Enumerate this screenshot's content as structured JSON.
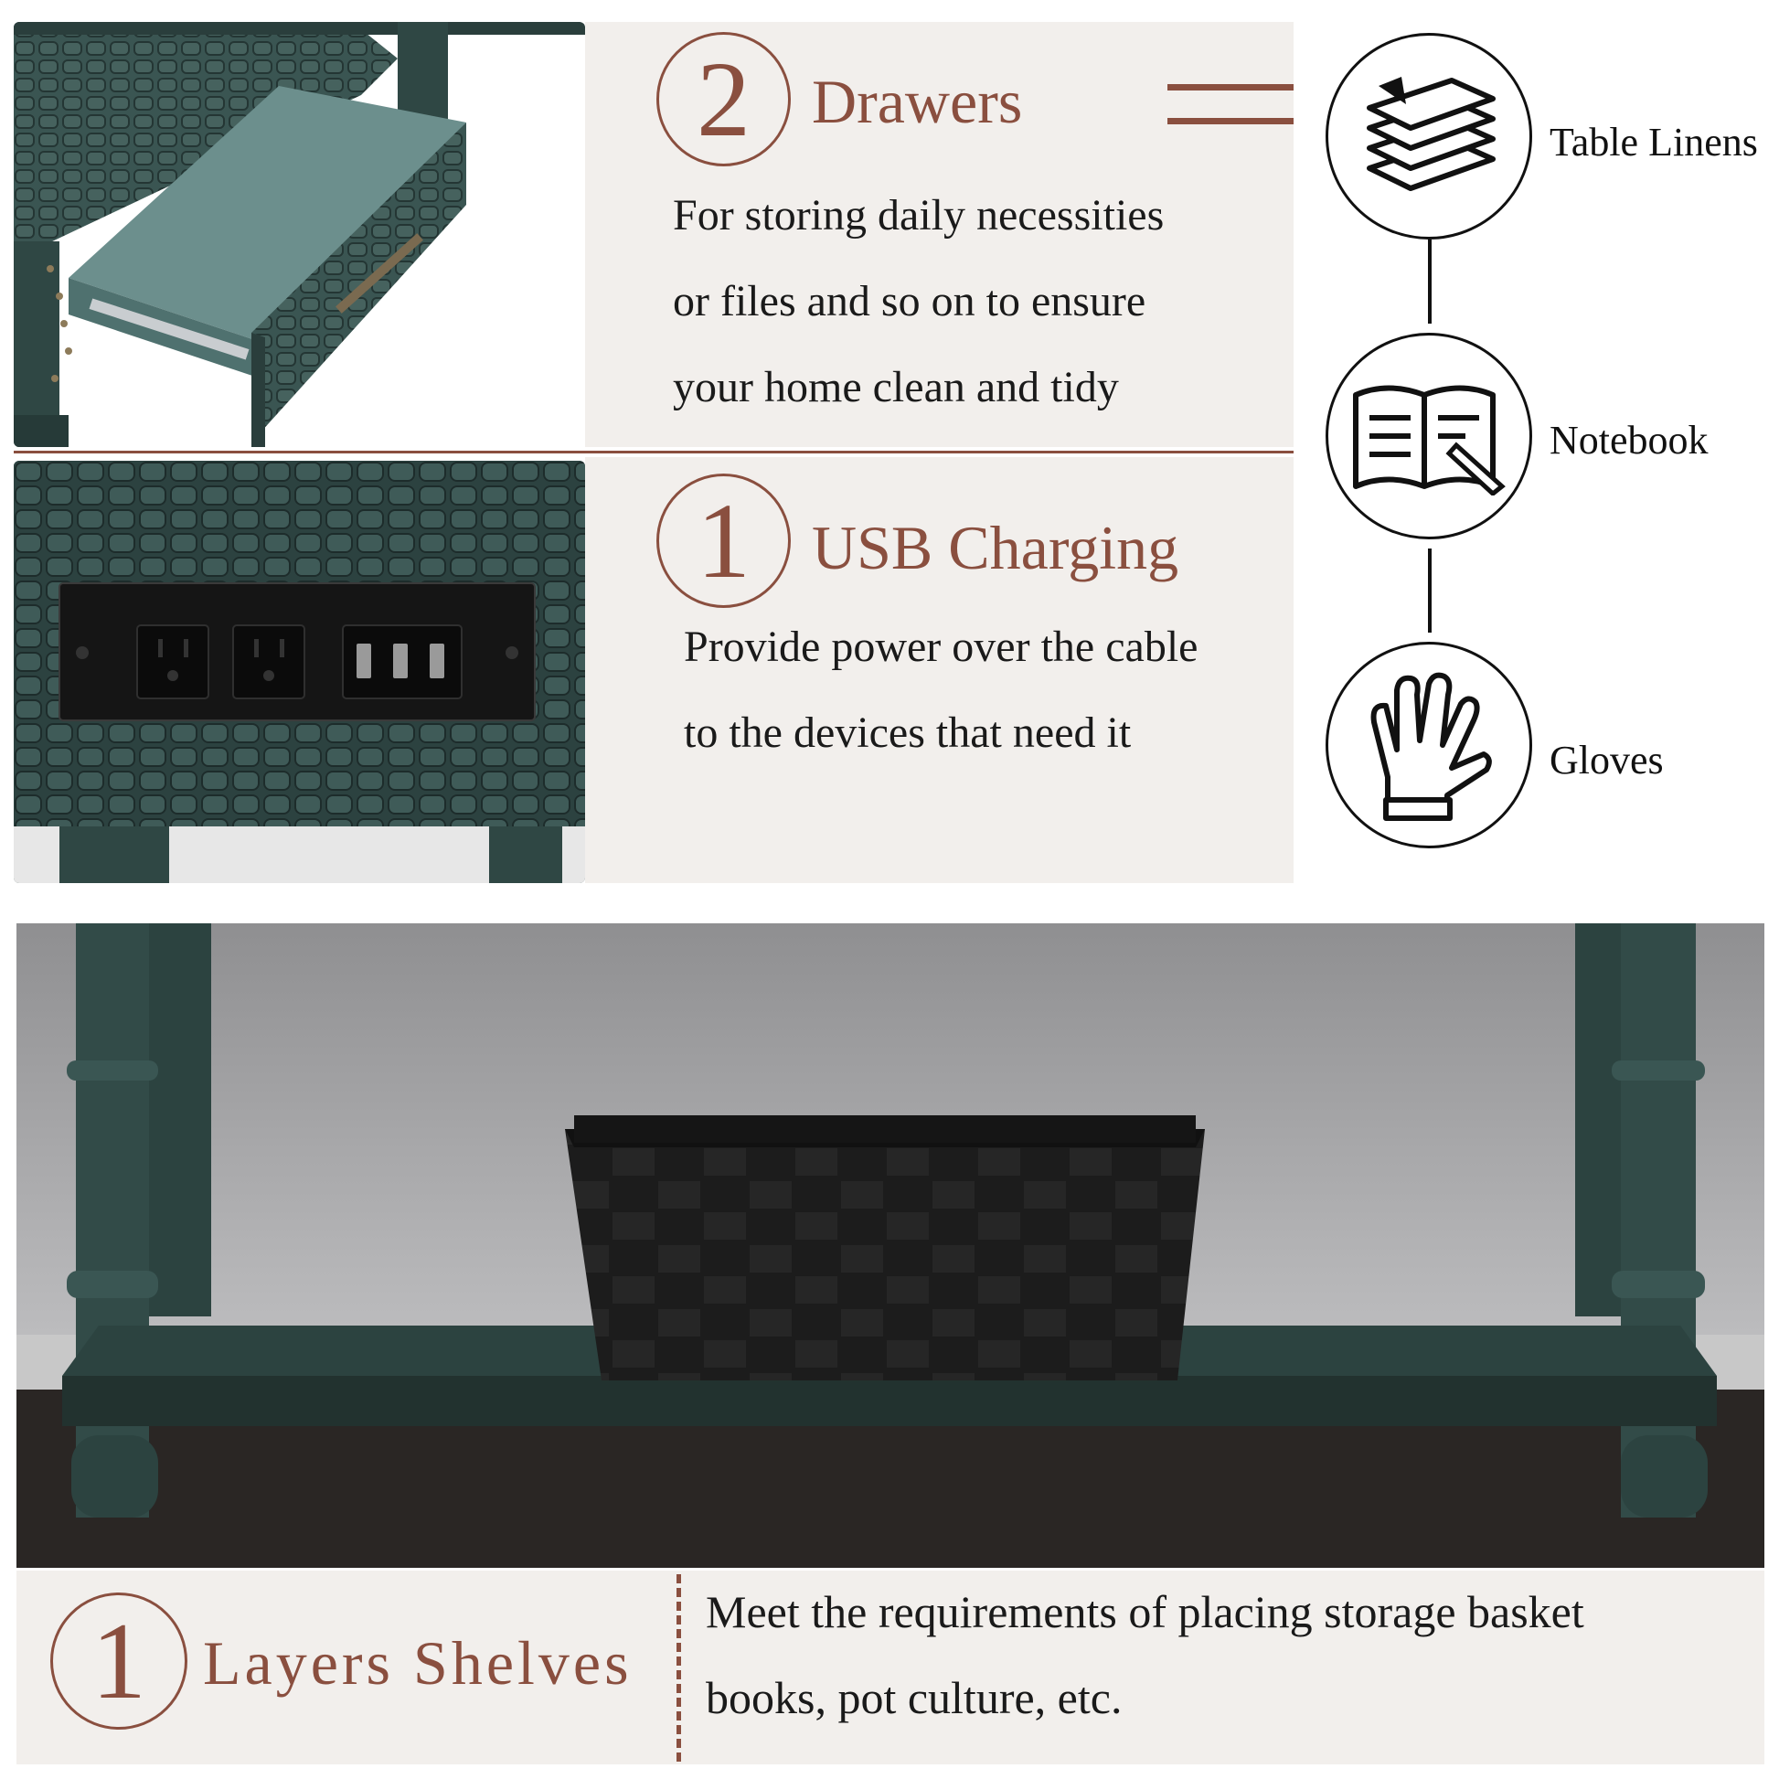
{
  "drawers": {
    "number": "2",
    "title": "Drawers",
    "lines": [
      "For storing daily necessities",
      "or files and so on to ensure",
      "your home clean and tidy"
    ]
  },
  "usb": {
    "number": "1",
    "title": "USB Charging",
    "lines": [
      "Provide power over the cable",
      "to the devices that need it"
    ]
  },
  "uses": [
    {
      "label": "Table Linens",
      "icon": "folded-linens-icon"
    },
    {
      "label": "Notebook",
      "icon": "open-notebook-icon"
    },
    {
      "label": "Gloves",
      "icon": "gloves-icon"
    }
  ],
  "shelves": {
    "number": "1",
    "title": "Layers Shelves",
    "lines": [
      "Meet the requirements of placing storage basket",
      "books, pot culture, etc."
    ]
  },
  "colors": {
    "accent": "#8a4f3f",
    "panel": "#f2efec",
    "furniture": "#2f4744"
  }
}
